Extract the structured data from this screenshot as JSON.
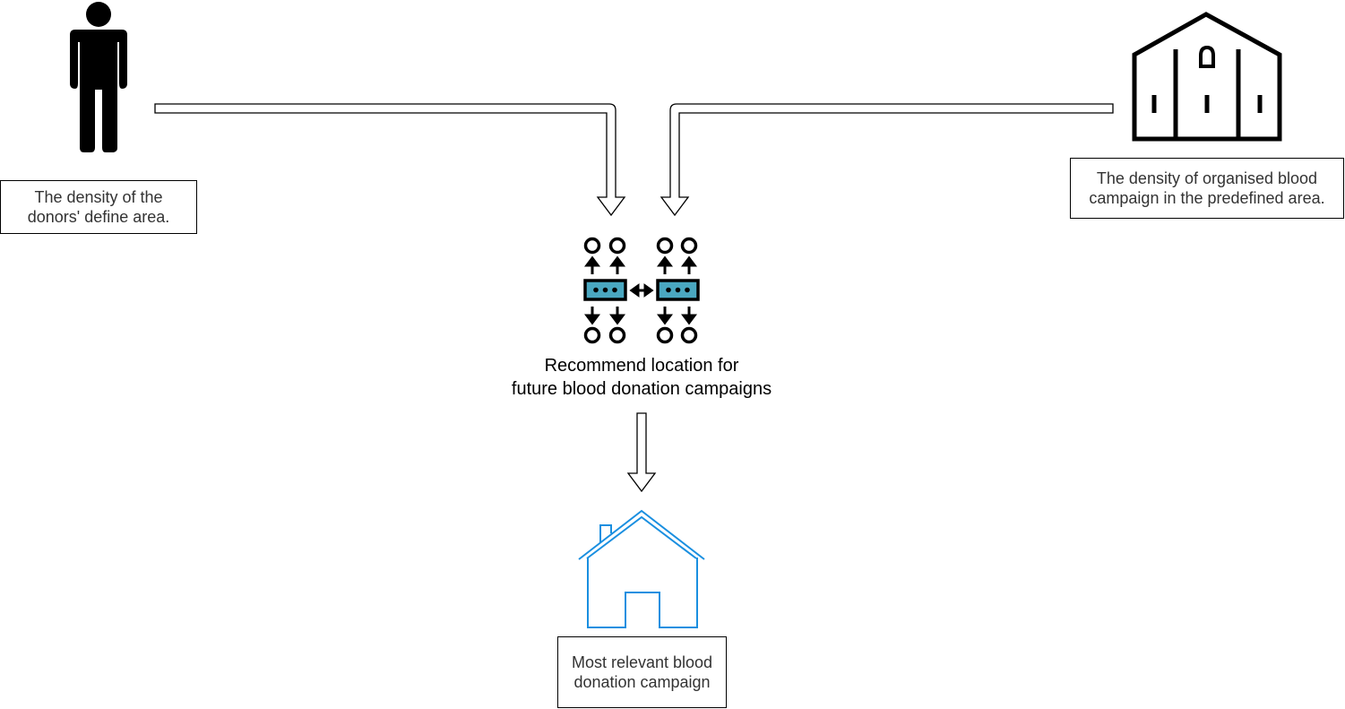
{
  "nodes": {
    "donors": {
      "icon": "person-icon",
      "label_lines": [
        "The density of the",
        "donors' define area."
      ]
    },
    "campaigns": {
      "icon": "building-icon",
      "label_lines": [
        "The density of organised blood",
        "campaign in the predefined area."
      ]
    },
    "recommender": {
      "icon": "network-hub-icon",
      "label_lines": [
        "Recommend location for",
        "future blood donation campaigns"
      ]
    },
    "result": {
      "icon": "house-icon",
      "label_lines": [
        "Most relevant blood",
        "donation campaign"
      ]
    }
  },
  "edges": [
    {
      "from": "donors",
      "to": "recommender"
    },
    {
      "from": "campaigns",
      "to": "recommender"
    },
    {
      "from": "recommender",
      "to": "result"
    }
  ],
  "colors": {
    "stroke": "#000000",
    "label_text": "#333333",
    "house_blue": "#1a8fe0",
    "hub_teal": "#4aa7c0"
  }
}
